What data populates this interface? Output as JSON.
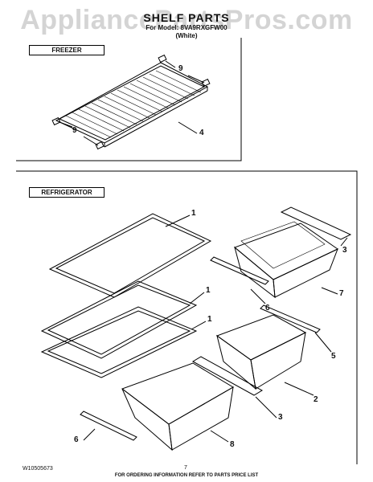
{
  "watermark": "AppliancePartsPros.com",
  "header": {
    "title": "SHELF PARTS",
    "model_line": "For Model: 8VA9RXGFW00",
    "color_line": "(White)"
  },
  "sections": {
    "freezer": "FREEZER",
    "refrigerator": "REFRIGERATOR"
  },
  "callouts": {
    "freezer_9_top": "9",
    "freezer_9_bottom": "9",
    "freezer_4": "4",
    "glass_1_a": "1",
    "glass_1_b": "1",
    "glass_1_c": "1",
    "part_3_top": "3",
    "part_7": "7",
    "part_6_right": "6",
    "part_5": "5",
    "part_2": "2",
    "part_3_bottom": "3",
    "part_6_left": "6",
    "part_8": "8"
  },
  "footer": {
    "doc_number": "W10505673",
    "page_number": "7",
    "note": "FOR ORDERING INFORMATION REFER TO PARTS PRICE LIST"
  }
}
